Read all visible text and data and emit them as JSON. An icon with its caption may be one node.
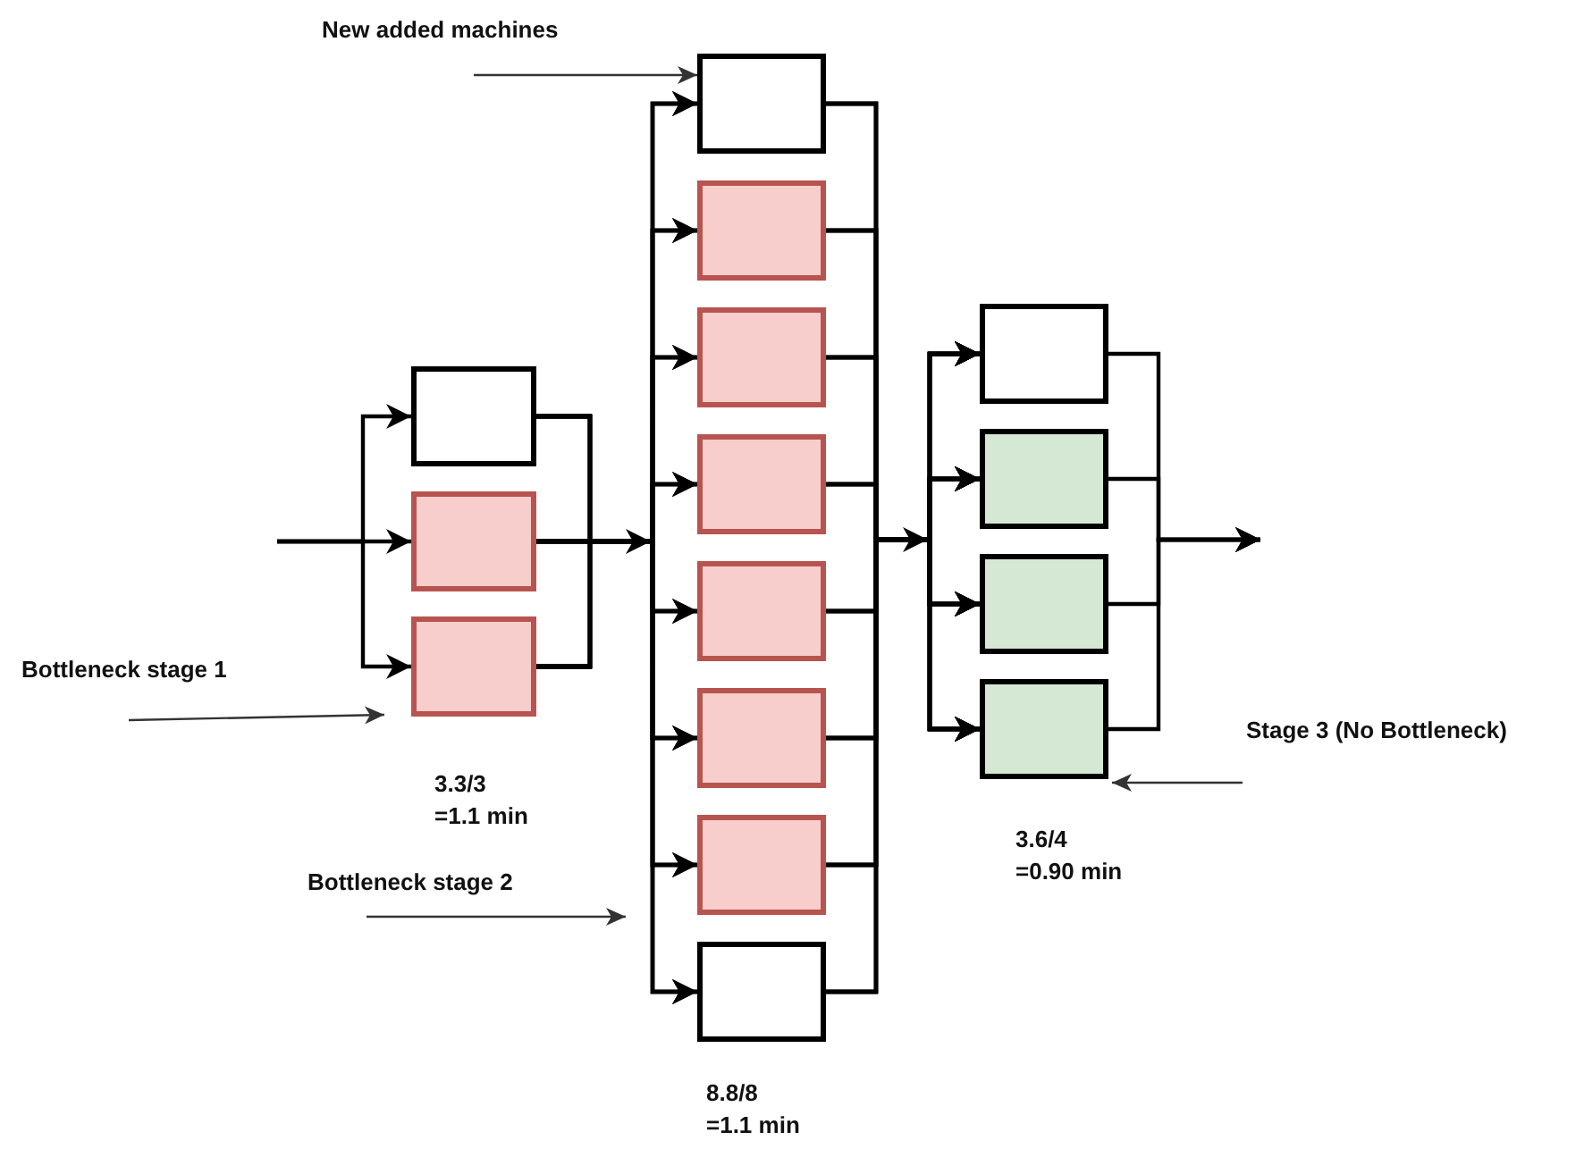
{
  "diagram": {
    "nodes": [
      {
        "text": [],
        "shape": "box"
      },
      {
        "text": [],
        "shape": "box"
      },
      {
        "text": [],
        "shape": "box"
      },
      {
        "text": [],
        "shape": "box"
      },
      {
        "text": [],
        "shape": "box"
      },
      {
        "text": [],
        "shape": "box"
      },
      {
        "text": [],
        "shape": "box"
      },
      {
        "text": [],
        "shape": "box"
      },
      {
        "text": [],
        "shape": "box"
      },
      {
        "text": [],
        "shape": "box"
      },
      {
        "text": [],
        "shape": "box"
      },
      {
        "text": [],
        "shape": "box"
      },
      {
        "text": [],
        "shape": "box"
      },
      {
        "text": [],
        "shape": "box"
      },
      {
        "text": [],
        "shape": "box"
      }
    ],
    "edges": [
      {
        "from": null,
        "to": 0,
        "arrow": "to"
      },
      {
        "from": null,
        "to": 1,
        "arrow": "to"
      },
      {
        "from": null,
        "to": 2,
        "arrow": "to"
      },
      {
        "from": 0,
        "to": 3,
        "arrow": "to"
      },
      {
        "from": 0,
        "to": 4,
        "arrow": "to"
      },
      {
        "from": 0,
        "to": 5,
        "arrow": "to"
      },
      {
        "from": 0,
        "to": 6,
        "arrow": "to"
      },
      {
        "from": 0,
        "to": 7,
        "arrow": "to"
      },
      {
        "from": 0,
        "to": 8,
        "arrow": "to"
      },
      {
        "from": 0,
        "to": 9,
        "arrow": "to"
      },
      {
        "from": 0,
        "to": 10,
        "arrow": "to"
      },
      {
        "from": 1,
        "to": 3,
        "arrow": "to"
      },
      {
        "from": 1,
        "to": 4,
        "arrow": "to"
      },
      {
        "from": 1,
        "to": 5,
        "arrow": "to"
      },
      {
        "from": 1,
        "to": 6,
        "arrow": "to"
      },
      {
        "from": 1,
        "to": 7,
        "arrow": "to"
      },
      {
        "from": 1,
        "to": 8,
        "arrow": "to"
      },
      {
        "from": 1,
        "to": 9,
        "arrow": "to"
      },
      {
        "from": 1,
        "to": 10,
        "arrow": "to"
      },
      {
        "from": 2,
        "to": 3,
        "arrow": "to"
      },
      {
        "from": 2,
        "to": 4,
        "arrow": "to"
      },
      {
        "from": 2,
        "to": 5,
        "arrow": "to"
      },
      {
        "from": 2,
        "to": 6,
        "arrow": "to"
      },
      {
        "from": 2,
        "to": 7,
        "arrow": "to"
      },
      {
        "from": 2,
        "to": 8,
        "arrow": "to"
      },
      {
        "from": 2,
        "to": 9,
        "arrow": "to"
      },
      {
        "from": 2,
        "to": 10,
        "arrow": "to"
      },
      {
        "from": 3,
        "to": 11,
        "arrow": "to"
      },
      {
        "from": 3,
        "to": 12,
        "arrow": "to"
      },
      {
        "from": 3,
        "to": 13,
        "arrow": "to"
      },
      {
        "from": 3,
        "to": 14,
        "arrow": "to"
      },
      {
        "from": 4,
        "to": 11,
        "arrow": "to"
      },
      {
        "from": 4,
        "to": 12,
        "arrow": "to"
      },
      {
        "from": 4,
        "to": 13,
        "arrow": "to"
      },
      {
        "from": 4,
        "to": 14,
        "arrow": "to"
      },
      {
        "from": 5,
        "to": 11,
        "arrow": "to"
      },
      {
        "from": 5,
        "to": 12,
        "arrow": "to"
      },
      {
        "from": 5,
        "to": 13,
        "arrow": "to"
      },
      {
        "from": 5,
        "to": 14,
        "arrow": "to"
      },
      {
        "from": 6,
        "to": 11,
        "arrow": "to"
      },
      {
        "from": 6,
        "to": 12,
        "arrow": "to"
      },
      {
        "from": 6,
        "to": 13,
        "arrow": "to"
      },
      {
        "from": 6,
        "to": 14,
        "arrow": "to"
      },
      {
        "from": 7,
        "to": 11,
        "arrow": "to"
      },
      {
        "from": 7,
        "to": 12,
        "arrow": "to"
      },
      {
        "from": 7,
        "to": 13,
        "arrow": "to"
      },
      {
        "from": 7,
        "to": 14,
        "arrow": "to"
      },
      {
        "from": 8,
        "to": 11,
        "arrow": "to"
      },
      {
        "from": 8,
        "to": 12,
        "arrow": "to"
      },
      {
        "from": 8,
        "to": 13,
        "arrow": "to"
      },
      {
        "from": 8,
        "to": 14,
        "arrow": "to"
      },
      {
        "from": 9,
        "to": 11,
        "arrow": "to"
      },
      {
        "from": 9,
        "to": 12,
        "arrow": "to"
      },
      {
        "from": 9,
        "to": 13,
        "arrow": "to"
      },
      {
        "from": 9,
        "to": 14,
        "arrow": "to"
      },
      {
        "from": 10,
        "to": 11,
        "arrow": "to"
      },
      {
        "from": 10,
        "to": 12,
        "arrow": "to"
      },
      {
        "from": 10,
        "to": 13,
        "arrow": "to"
      },
      {
        "from": 10,
        "to": 14,
        "arrow": "to"
      },
      {
        "from": 11,
        "to": null,
        "arrow": "to"
      },
      {
        "from": 12,
        "to": null,
        "arrow": "to"
      },
      {
        "from": 13,
        "to": null,
        "arrow": "to"
      },
      {
        "from": 14,
        "to": null,
        "arrow": "to"
      },
      {
        "from": null,
        "to": 3,
        "arrow": "to",
        "color": "#333333"
      },
      {
        "from": null,
        "to": 14,
        "arrow": "to",
        "color": "#333333"
      }
    ],
    "labels": [
      "New added machines",
      "Bottleneck stage 1",
      "Stage 3 (No Bottleneck)",
      "3.3/3 =1.1 min",
      "3.6/4 =0.90 min",
      "Bottleneck stage 2",
      "8.8/8 =1.1 min"
    ]
  }
}
